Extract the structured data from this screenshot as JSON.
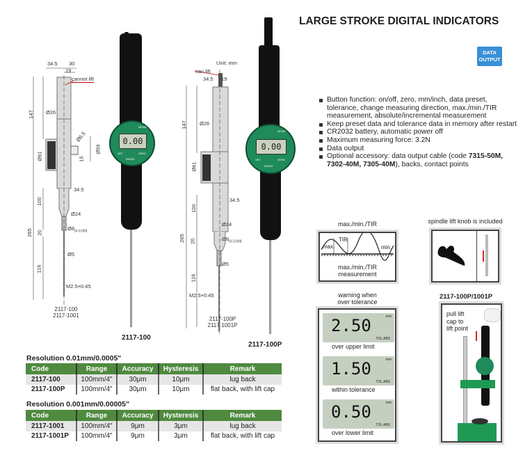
{
  "header": {
    "title": "LARGE STROKE DIGITAL INDICATORS",
    "badge": "DATA OUTPUT"
  },
  "features": {
    "items": [
      "Button function: on/off, zero, mm/inch, data preset, tolerance, change measuring direction, max./min./TIR measurement, absolute/incremental measurement",
      "Keep preset data and tolerance data in memory after restart",
      "CR2032 battery, automatic power off",
      "Maximum measuring force: 3.2N",
      "Data output"
    ],
    "accessory_prefix": "Optional accessory: data output cable (code ",
    "accessory_codes": "7315-50M, 7302-40M, 7305-40M",
    "accessory_suffix": "), backs, contact points"
  },
  "drawing1": {
    "d_34_5": "34.5",
    "d_30": "30",
    "d_19": "19",
    "note": "cannot lift",
    "d_147": "147",
    "d_26": "Ø26",
    "d_6_5": "Ø6.5",
    "d_15": "15",
    "d_59": "Ø59",
    "d_61": "Ø61",
    "d_34_5b": "34.5",
    "d_100": "100",
    "d_24": "Ø24",
    "d_265": "265",
    "d_20": "20",
    "d_8": "Ø8",
    "d_8tol": "0/-0.009",
    "d_5": "Ø5",
    "d_116": "116",
    "thread": "M2.5×0.45",
    "models": [
      "2117-100",
      "2117-1001"
    ]
  },
  "drawing2": {
    "unit": "Unit: mm",
    "note": "can lift",
    "d_34_5": "34.5",
    "d_19": "19",
    "d_147": "147",
    "d_26": "Ø26",
    "d_61": "Ø61",
    "d_34_5b": "34.5",
    "d_100": "100",
    "d_24": "Ø24",
    "d_265": "265",
    "d_20": "20",
    "d_8": "Ø8",
    "d_8tol": "0/-0.009",
    "d_5": "Ø5",
    "d_116": "116",
    "thread": "M2.5×0.45",
    "models": [
      "2117-100P",
      "2117-1001P"
    ]
  },
  "photo1": {
    "label": "2117-100",
    "display": "0.00",
    "mode": "MODE",
    "set": "SET",
    "zero": "ZERO",
    "brand": "INSIZE"
  },
  "photo2": {
    "label": "2117-100P",
    "display": "0.00",
    "mode": "MODE",
    "set": "SET",
    "zero": "ZERO",
    "brand": "INSIZE"
  },
  "tables": [
    {
      "title": "Resolution 0.01mm/0.0005\"",
      "headers": [
        "Code",
        "Range",
        "Accuracy",
        "Hysteresis",
        "Remark"
      ],
      "rows": [
        [
          "2117-100",
          "100mm/4\"",
          "30μm",
          "10μm",
          "lug back"
        ],
        [
          "2117-100P",
          "100mm/4\"",
          "30μm",
          "10μm",
          "flat back, with lift cap"
        ]
      ]
    },
    {
      "title": "Resolution 0.001mm/0.00005\"",
      "headers": [
        "Code",
        "Range",
        "Accuracy",
        "Hysteresis",
        "Remark"
      ],
      "rows": [
        [
          "2117-1001",
          "100mm/4\"",
          "9μm",
          "3μm",
          "lug back"
        ],
        [
          "2117-1001P",
          "100mm/4\"",
          "9μm",
          "3μm",
          "flat back, with lift cap"
        ]
      ]
    }
  ],
  "tir": {
    "title": "max./min./TIR",
    "max": "max.",
    "tir": "TIR",
    "min": "min.",
    "caption1": "max./min./TIR",
    "caption2": "measurement"
  },
  "spindle": {
    "title": "spindle lift knob is included"
  },
  "warning": {
    "title1": "warning when",
    "title2": "over tolerance",
    "displays": [
      {
        "value": "2.50",
        "unit": "mm",
        "tol": "TOL ABS",
        "caption": "over upper limit"
      },
      {
        "value": "1.50",
        "unit": "mm",
        "tol": "TOL ABS",
        "caption": "within tolerance"
      },
      {
        "value": "0.50",
        "unit": "mm",
        "tol": "TOL ABS",
        "caption": "over lower limit"
      }
    ]
  },
  "stand": {
    "title": "2117-100P/1001P",
    "caption": [
      "pull lift",
      "cap to",
      "lift point"
    ]
  }
}
